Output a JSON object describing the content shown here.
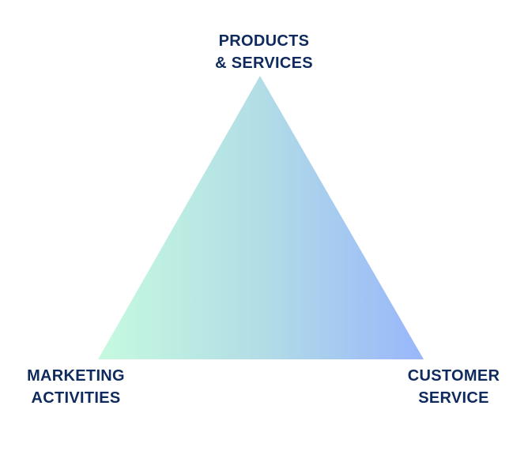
{
  "diagram": {
    "vertices": {
      "top": {
        "line1": "PRODUCTS",
        "line2": "& SERVICES"
      },
      "left": {
        "line1": "MARKETING",
        "line2": "ACTIVITIES"
      },
      "right": {
        "line1": "CUSTOMER",
        "line2": "SERVICE"
      }
    },
    "colors": {
      "label_text": "#0f2a5c",
      "gradient_start": "#c6fadf",
      "gradient_mid": "#b2dde6",
      "gradient_end": "#98b6fb"
    }
  }
}
